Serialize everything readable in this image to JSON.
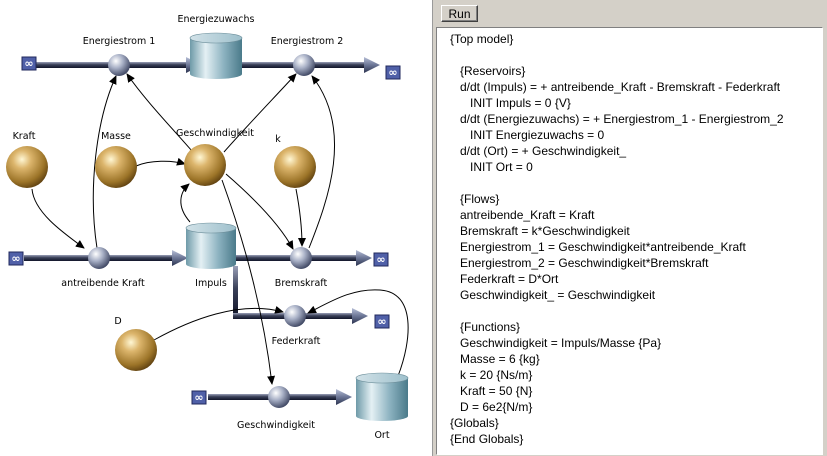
{
  "diagram": {
    "labels": {
      "energiezuwachs_top": "Energiezuwachs",
      "energiestrom1": "Energiestrom 1",
      "energiestrom2": "Energiestrom 2",
      "kraft": "Kraft",
      "masse": "Masse",
      "geschwindigkeit_conv": "Geschwindigkeit",
      "k": "k",
      "antreibende_kraft": "antreibende Kraft",
      "impuls": "Impuls",
      "bremskraft": "Bremskraft",
      "d": "D",
      "federkraft": "Federkraft",
      "geschwindigkeit_flow": "Geschwindigkeit",
      "ort": "Ort"
    },
    "infinity_glyph": "∞"
  },
  "panel": {
    "run_label": "Run",
    "code": "{Top model}\n\n   {Reservoirs}\n   d/dt (Impuls) = + antreibende_Kraft - Bremskraft - Federkraft\n      INIT Impuls = 0 {V}\n   d/dt (Energiezuwachs) = + Energiestrom_1 - Energiestrom_2\n      INIT Energiezuwachs = 0\n   d/dt (Ort) = + Geschwindigkeit_\n      INIT Ort = 0\n\n   {Flows}\n   antreibende_Kraft = Kraft\n   Bremskraft = k*Geschwindigkeit\n   Energiestrom_1 = Geschwindigkeit*antreibende_Kraft\n   Energiestrom_2 = Geschwindigkeit*Bremskraft\n   Federkraft = D*Ort\n   Geschwindigkeit_ = Geschwindigkeit\n\n   {Functions}\n   Geschwindigkeit = Impuls/Masse {Pa}\n   Masse = 6 {kg}\n   k = 20 {Ns/m}\n   Kraft = 50 {N}\n   D = 6e2{N/m}\n{Globals}\n{End Globals}"
  }
}
